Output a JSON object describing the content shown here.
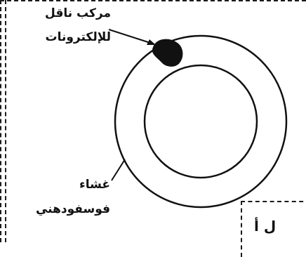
{
  "labels": {
    "carrier_line1": "مركب ناقل",
    "carrier_line2": "للإلكترونات",
    "membrane_line1": "غشاء",
    "membrane_line2": "فوسفودهني",
    "part_label": "ل أ"
  },
  "colors": {
    "ink": "#111111",
    "background": "#ffffff"
  }
}
